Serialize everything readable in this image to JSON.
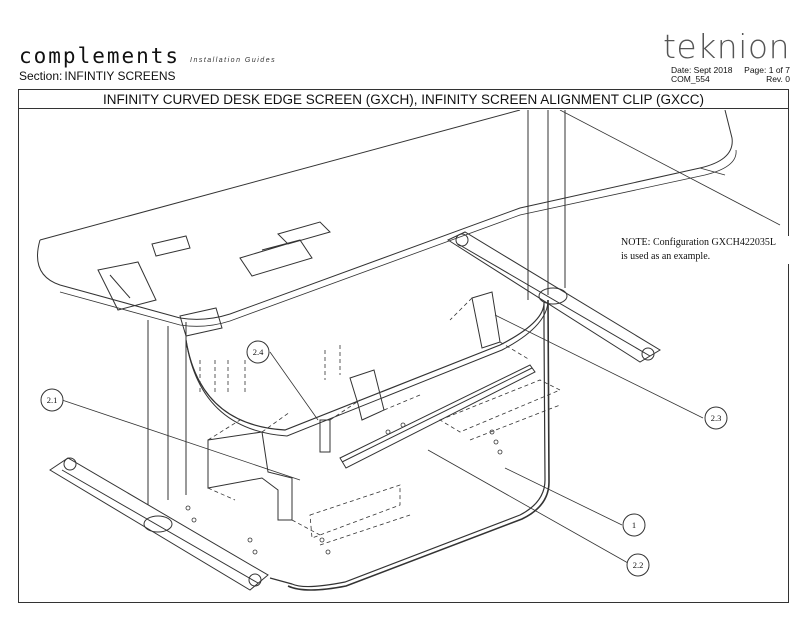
{
  "header": {
    "brand": "complements",
    "subtitle": "Installation Guides",
    "section_label": "Section:",
    "section_value": "INFINTIY SCREENS",
    "logo": "teknion",
    "date": "Date: Sept 2018",
    "page": "Page: 1 of 7",
    "doc_code": "COM_554",
    "revision": "Rev. 0"
  },
  "title": "INFINITY CURVED DESK EDGE SCREEN (GXCH), INFINITY SCREEN ALIGNMENT CLIP (GXCC)",
  "note": {
    "line1": "NOTE: Configuration GXCH422035L",
    "line2": "is used as an example."
  },
  "callouts": {
    "c24": "2.4",
    "c21": "2.1",
    "c23": "2.3",
    "c1": "1",
    "c22": "2.2"
  }
}
